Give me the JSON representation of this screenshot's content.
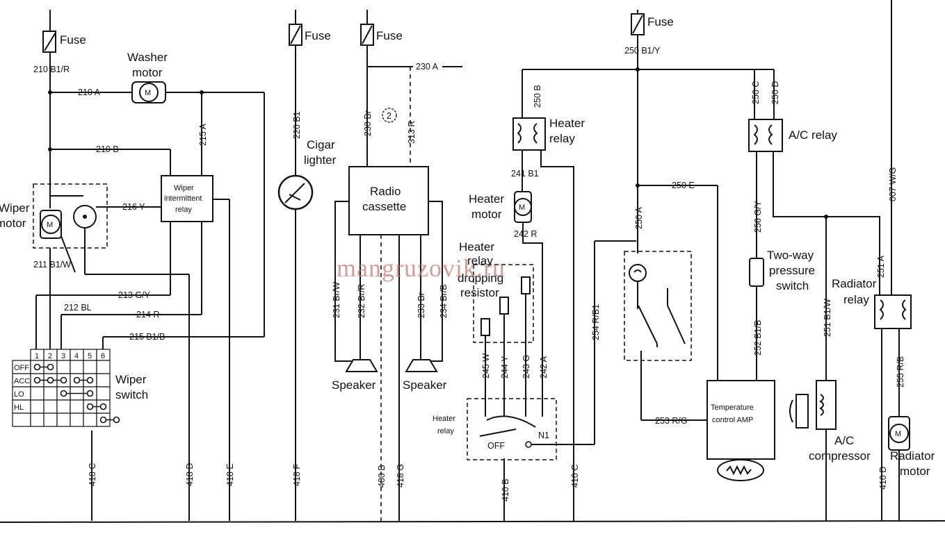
{
  "watermark": "mangruzovik.ru",
  "labels": {
    "fuse1": "Fuse",
    "fuse2": "Fuse",
    "fuse3": "Fuse",
    "fuse4": "Fuse",
    "washer_motor_1": "Washer",
    "washer_motor_2": "motor",
    "wiper_motor_1": "Wiper",
    "wiper_motor_2": "motor",
    "wiper_relay_1": "Wiper",
    "wiper_relay_2": "intermittent",
    "wiper_relay_3": "relay",
    "wiper_switch_1": "Wiper",
    "wiper_switch_2": "switch",
    "cigar_1": "Cigar",
    "cigar_2": "lighter",
    "radio_1": "Radio",
    "radio_2": "cassette",
    "speaker1": "Speaker",
    "speaker2": "Speaker",
    "heater_relay_top_1": "Heater",
    "heater_relay_top_2": "relay",
    "heater_motor_1": "Heater",
    "heater_motor_2": "motor",
    "heater_relay_mid_1": "Heater",
    "heater_relay_mid_2": "relay",
    "dropping_1": "dropping",
    "dropping_2": "resistor",
    "heater_relay_bot_1": "Heater",
    "heater_relay_bot_2": "relay",
    "ac_relay": "A/C relay",
    "two_way_1": "Two-way",
    "two_way_2": "pressure",
    "two_way_3": "switch",
    "radiator_relay_1": "Radiator",
    "radiator_relay_2": "relay",
    "temp_amp_1": "Temperature",
    "temp_amp_2": "control AMP",
    "ac_comp_1": "A/C",
    "ac_comp_2": "compressor",
    "radiator_motor_1": "Radiator",
    "radiator_motor_2": "motor",
    "motor_m": "M",
    "circle_2": "2",
    "off": "OFF",
    "n1": "N1"
  },
  "wires": {
    "w210_b1r": "210 B1/R",
    "w210a": "210 A",
    "w210b": "210 B",
    "w215a": "215 A",
    "w216y": "216 Y",
    "w211": "211 B1/W",
    "w212": "212 BL",
    "w213": "213 G/Y",
    "w214": "214 R",
    "w215b": "215 B1/B",
    "w418c": "418 C",
    "w418d": "418 D",
    "w418e": "418 E",
    "w220": "220 B1",
    "w418f": "418 F",
    "w230a": "230 A",
    "w230b": "230 Br",
    "w313": "313 R",
    "w231": "231 Br/W",
    "w232": "232 Br/R",
    "w233": "233 Br",
    "w234": "234 Br/B",
    "w400b": "400 B",
    "w418g": "418 G",
    "w250b": "250 B",
    "w241": "241 B1",
    "w242r": "242 R",
    "w245": "245 W",
    "w244": "244 Y",
    "w243": "243 G",
    "w242a": "242 A",
    "w410b": "410 B",
    "w410c": "410 C",
    "w250by": "250 B1/Y",
    "w250e": "250 E",
    "w250a": "250 A",
    "w254": "254 R/B1",
    "w253": "253 R/G",
    "w250c": "250 C",
    "w250d": "250 D",
    "w256": "256 G/Y",
    "w252": "252 B1/B",
    "w251bw": "251 B1/W",
    "w251a": "251 A",
    "w255": "255 R/B",
    "w410d": "410 D",
    "w007": "007 W/G"
  },
  "switch_table": {
    "columns": [
      "1",
      "2",
      "3",
      "4",
      "5",
      "6"
    ],
    "rows": [
      "OFF",
      "ACC",
      "LO",
      "HL",
      ""
    ]
  }
}
